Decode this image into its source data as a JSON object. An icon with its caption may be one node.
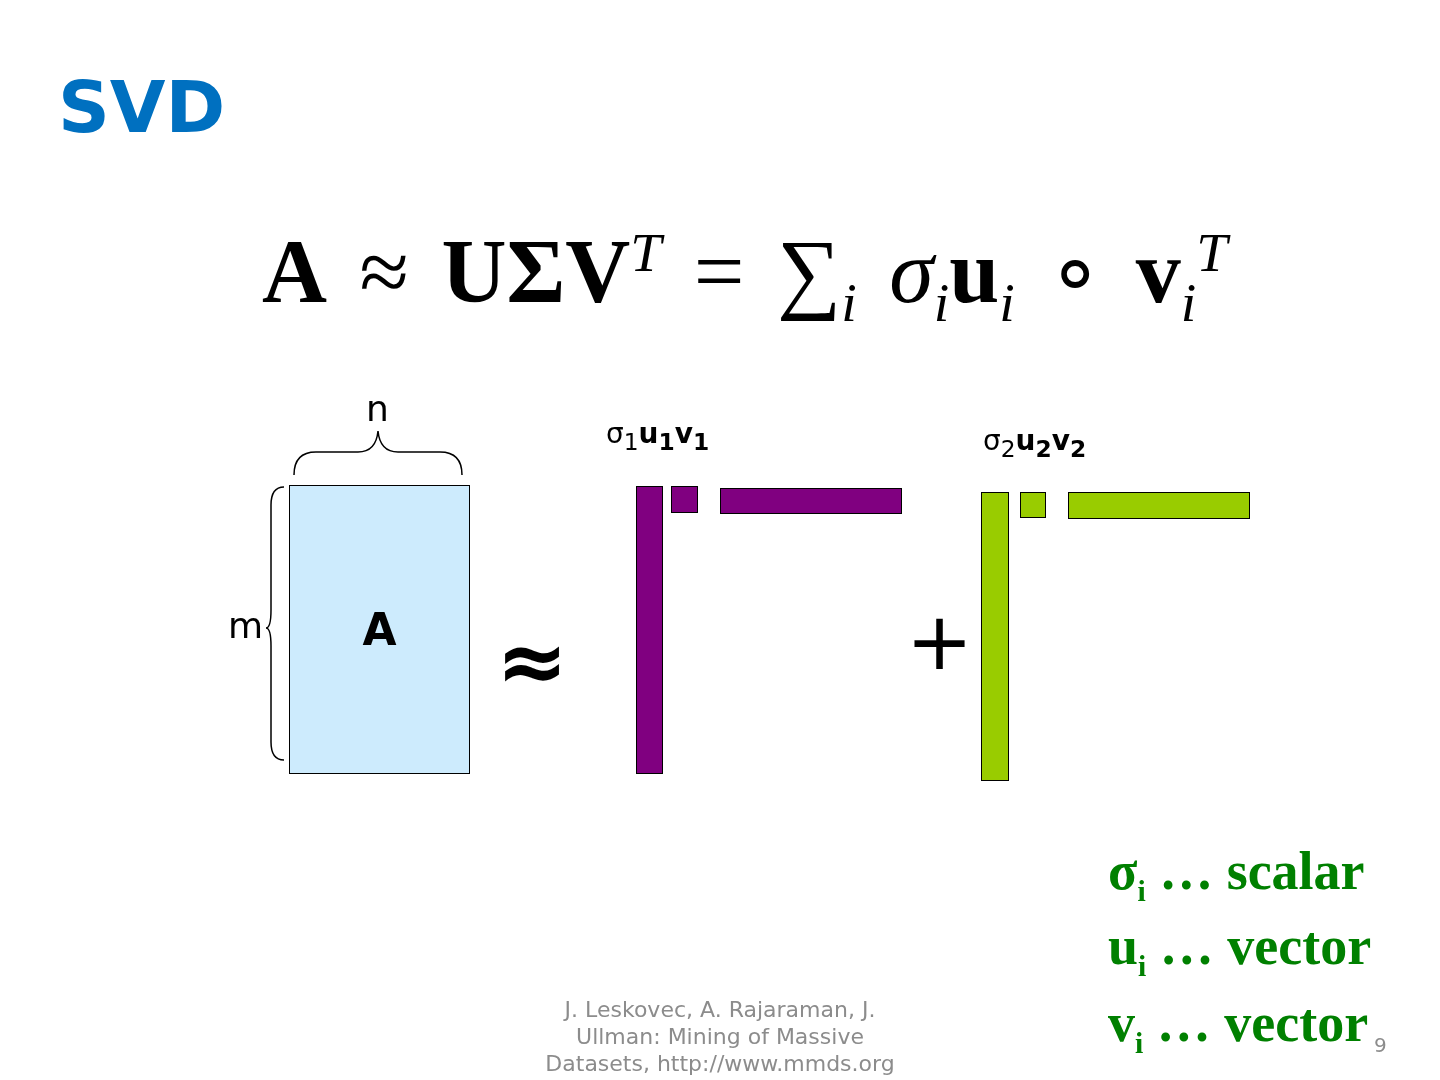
{
  "diagram": {
    "title": "SVD",
    "nodes": [
      {
        "text": [
          "A"
        ],
        "beside": [
          "n",
          "m"
        ]
      },
      {
        "text": [],
        "shape": "bar"
      },
      {
        "text": [],
        "shape": "box"
      },
      {
        "text": [],
        "shape": "bar"
      },
      {
        "text": [],
        "shape": "bar"
      },
      {
        "text": [],
        "shape": "box"
      },
      {
        "text": [],
        "shape": "bar"
      }
    ],
    "labels": [
      "**A** ≈ **UΣV**$^{T}$ = ∑$_{i}$ *σ*$_{i}$**u**$_{i}$ ∘ **v**$_{i}$$^{T}$",
      "σ$_{1}$**u**$_{1}$**v**$_{1}$",
      "σ$_{2}$**u**$_{2}$**v**$_{2}$",
      "≈",
      "+",
      "σ$_{i}$ … scalar",
      "u$_{i}$ … vector",
      "v$_{i}$ … vector",
      "J. Leskovec, A. Rajaraman, J. Ullman: Mining of Massive Datasets, http://www.mmds.org",
      "9"
    ]
  }
}
